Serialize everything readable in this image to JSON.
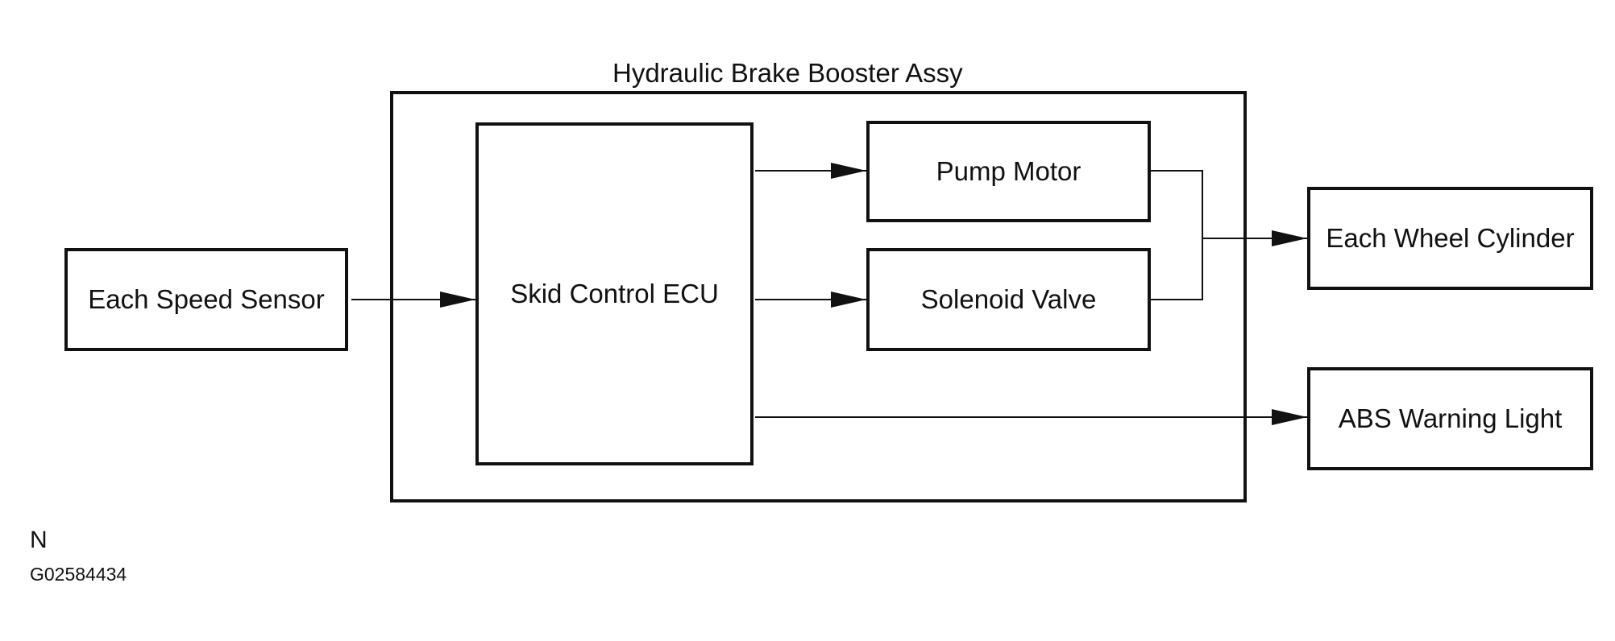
{
  "assembly": {
    "title": "Hydraulic Brake Booster Assy"
  },
  "components": {
    "speed_sensor": "Each Speed Sensor",
    "ecu": "Skid Control ECU",
    "pump_motor": "Pump Motor",
    "solenoid_valve": "Solenoid Valve",
    "wheel_cylinder": "Each Wheel Cylinder",
    "warning_light": "ABS Warning Light"
  },
  "footer": {
    "letter": "N",
    "figure_code": "G02584434"
  }
}
